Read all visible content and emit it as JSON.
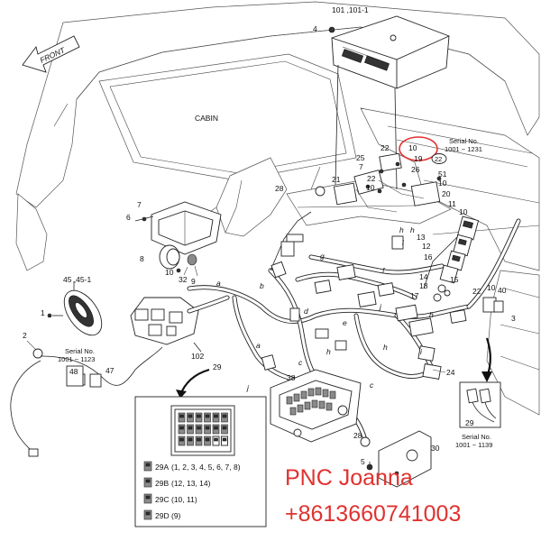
{
  "diagram": {
    "front_label": "FRONT",
    "cabin_label": "CABIN",
    "callouts": {
      "c101": "101 ,101-1",
      "c4": "4",
      "c22a": "22",
      "c10a": "10",
      "c19": "19",
      "c25": "25",
      "c7a": "7",
      "c26": "26",
      "c51": "51",
      "c10b": "10",
      "c22b": "22",
      "c10c": "10",
      "c21": "21",
      "c20": "20",
      "c28a": "28",
      "c11": "11",
      "c10d": "10",
      "c7b": "7",
      "c6": "6",
      "c8": "8",
      "c10e": "10",
      "c9": "9",
      "c32": "32",
      "c13": "13",
      "c12": "12",
      "c16": "16",
      "c14": "14",
      "c18": "18",
      "c17": "17",
      "c15": "15",
      "c22c": "22",
      "c10f": "10",
      "c40": "40",
      "c3": "3",
      "c45": "45 ,45-1",
      "c1": "1",
      "c2": "2",
      "c48": "48",
      "c47": "47",
      "c102": "102",
      "c29a": "29",
      "c38": "38",
      "c24": "24",
      "c29b": "29",
      "c28b": "28",
      "c30": "30",
      "c5": "5"
    },
    "harness_letters": {
      "a1": "a",
      "a2": "a",
      "b1": "b",
      "b2": "b",
      "c1": "c",
      "c2": "c",
      "c3": "c",
      "d": "d",
      "e": "e",
      "f": "f",
      "g": "g",
      "h1": "h",
      "h2": "h",
      "h3": "h",
      "h4": "h",
      "h5": "h",
      "i1": "i",
      "i2": "i",
      "j1": "j",
      "j2": "j"
    },
    "serials": {
      "s1_title": "Serial No.",
      "s1_range": "1001 ~ 1231",
      "s2_title": "Serial No.",
      "s2_range": "1001 ~ 1123",
      "s3_title": "Serial No.",
      "s3_range": "1001 ~ 1139"
    },
    "fuse_legend": [
      {
        "code": "29A",
        "detail": "(1, 2, 3, 4, 5, 6, 7, 8)"
      },
      {
        "code": "29B",
        "detail": "(12, 13, 14)"
      },
      {
        "code": "29C",
        "detail": "(10, 11)"
      },
      {
        "code": "29D",
        "detail": "(9)"
      }
    ],
    "watermark": {
      "name": "PNC Joanna",
      "phone": "+8613660741003"
    },
    "highlight_color": "#e0322f"
  }
}
